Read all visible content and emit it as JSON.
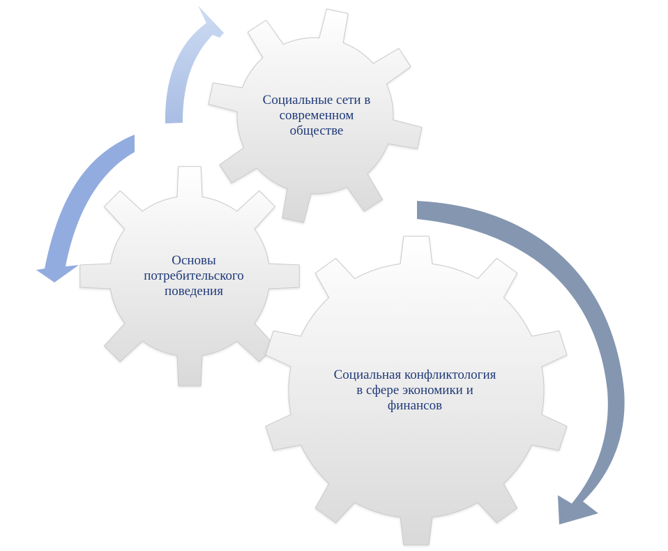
{
  "diagram": {
    "gears": [
      {
        "id": "top",
        "lines": [
          "Социальные сети в",
          "современном",
          "обществе"
        ]
      },
      {
        "id": "left",
        "lines": [
          "Основы",
          "потребительского",
          "поведения"
        ]
      },
      {
        "id": "big",
        "lines": [
          "Социальная конфликтология",
          "в сфере экономики и",
          "финансов"
        ]
      }
    ],
    "colors": {
      "gear_fill_light": "#ffffff",
      "gear_fill_dark": "#d9d9d9",
      "gear_stroke": "#c9c9c9",
      "arrow_top": "#b9cdee",
      "arrow_left": "#93acdf",
      "arrow_right": "#8496b0",
      "text": "#1f3a78"
    }
  }
}
